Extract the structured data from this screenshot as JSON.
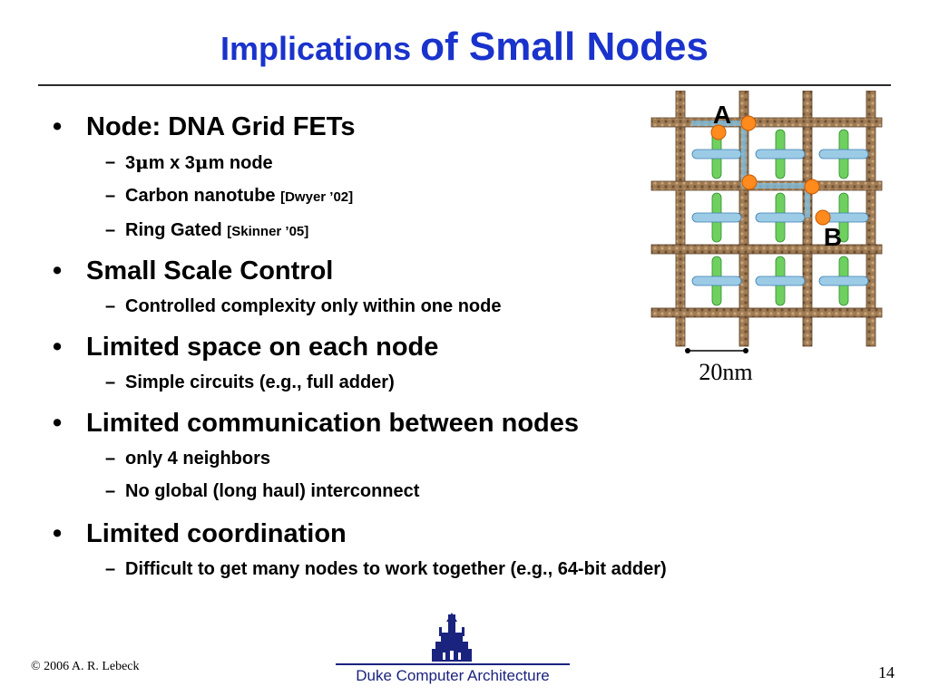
{
  "title": {
    "part1": "Implications ",
    "part2": "of Small Nodes"
  },
  "bullets": [
    {
      "text": "Node: DNA Grid FETs",
      "subs": [
        {
          "pre": "3",
          "mu1": "μ",
          "mid": "m x 3",
          "mu2": "μ",
          "post": "m node"
        },
        {
          "text": "Carbon nanotube ",
          "cite": "[Dwyer ’02]"
        },
        {
          "text": "Ring Gated ",
          "cite": "[Skinner ’05]"
        }
      ]
    },
    {
      "text": "Small Scale Control",
      "subs": [
        {
          "text": "Controlled complexity only within one node"
        }
      ]
    },
    {
      "text": "Limited space on each node",
      "subs": [
        {
          "text": "Simple circuits (e.g., full adder)"
        }
      ]
    },
    {
      "text": "Limited communication between nodes",
      "subs": [
        {
          "text": "only 4 neighbors"
        },
        {
          "text": "No global (long haul) interconnect"
        }
      ]
    },
    {
      "text": "Limited coordination",
      "subs": [
        {
          "text": "Difficult to get many nodes to work together (e.g., 64-bit adder)"
        }
      ]
    }
  ],
  "figure": {
    "label_a": "A",
    "label_b": "B",
    "scale": "20nm"
  },
  "footer": {
    "copyright": "© 2006 A. R. Lebeck",
    "org": "Duke Computer Architecture",
    "page": "14"
  },
  "colors": {
    "title": "#1a33cc",
    "strand": "#8b6b4a",
    "gate_green": "#55cc44",
    "gate_blue": "#88c0e0",
    "node_orange": "#ff8a1e",
    "duke_blue": "#1a237e"
  }
}
